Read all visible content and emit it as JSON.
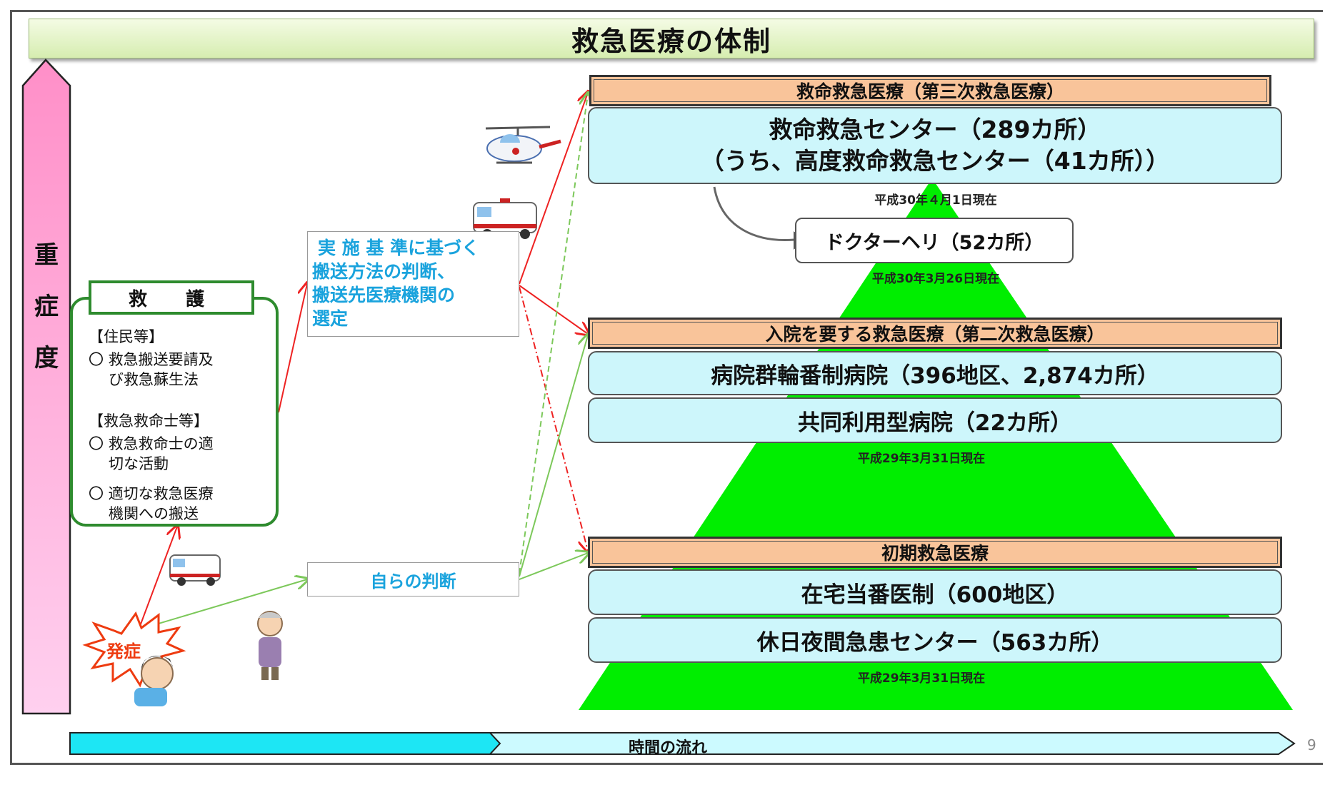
{
  "title": "救急医療の体制",
  "severity_label": [
    "重",
    "症",
    "度"
  ],
  "kyugo": {
    "title": "救　護",
    "residents_heading": "【住民等】",
    "residents_item_1": "〇 救急搬送要請及",
    "residents_item_2": "び救急蘇生法",
    "paramedic_heading": "【救急救命士等】",
    "paramedic_item_1a": "〇 救急救命士の適",
    "paramedic_item_1b": "切な活動",
    "paramedic_item_2a": "〇 適切な救急医療",
    "paramedic_item_2b": "機関への搬送"
  },
  "criteria_box": {
    "line1": "実 施 基 準に基づく",
    "line2": "搬送方法の判断、",
    "line3": "搬送先医療機関の",
    "line4": "選定"
  },
  "self_judgment": "自らの判断",
  "onset": "発症",
  "tertiary": {
    "header": "救命救急医療（第三次救急医療）",
    "line1": "救命救急センター（289カ所）",
    "line2": "（うち、高度救命救急センター（41カ所））",
    "date": "平成30年４月1日現在"
  },
  "doctor_heli": {
    "label": "ドクターヘリ（52カ所）",
    "date": "平成30年3月26日現在"
  },
  "secondary": {
    "header": "入院を要する救急医療（第二次救急医療）",
    "line1": "病院群輪番制病院（396地区、2,874カ所）",
    "line2": "共同利用型病院（22カ所）",
    "date": "平成29年3月31日現在"
  },
  "primary": {
    "header": "初期救急医療",
    "line1": "在宅当番医制（600地区）",
    "line2": "休日夜間急患センター（563カ所）",
    "date": "平成29年3月31日現在"
  },
  "time_flow": "時間の流れ",
  "page_number": "9",
  "colors": {
    "pyramid": "#00ee00",
    "severity_arrow_top": "#ff8fc8",
    "severity_arrow_bottom": "#ffd0ef",
    "header_orange": "#f9c49a",
    "facility_cyan": "#cdf6fb",
    "time_arrow_fill": "#1de6f4",
    "kyugo_border": "#2e8b2e",
    "criteria_text": "#1aa3dd"
  }
}
